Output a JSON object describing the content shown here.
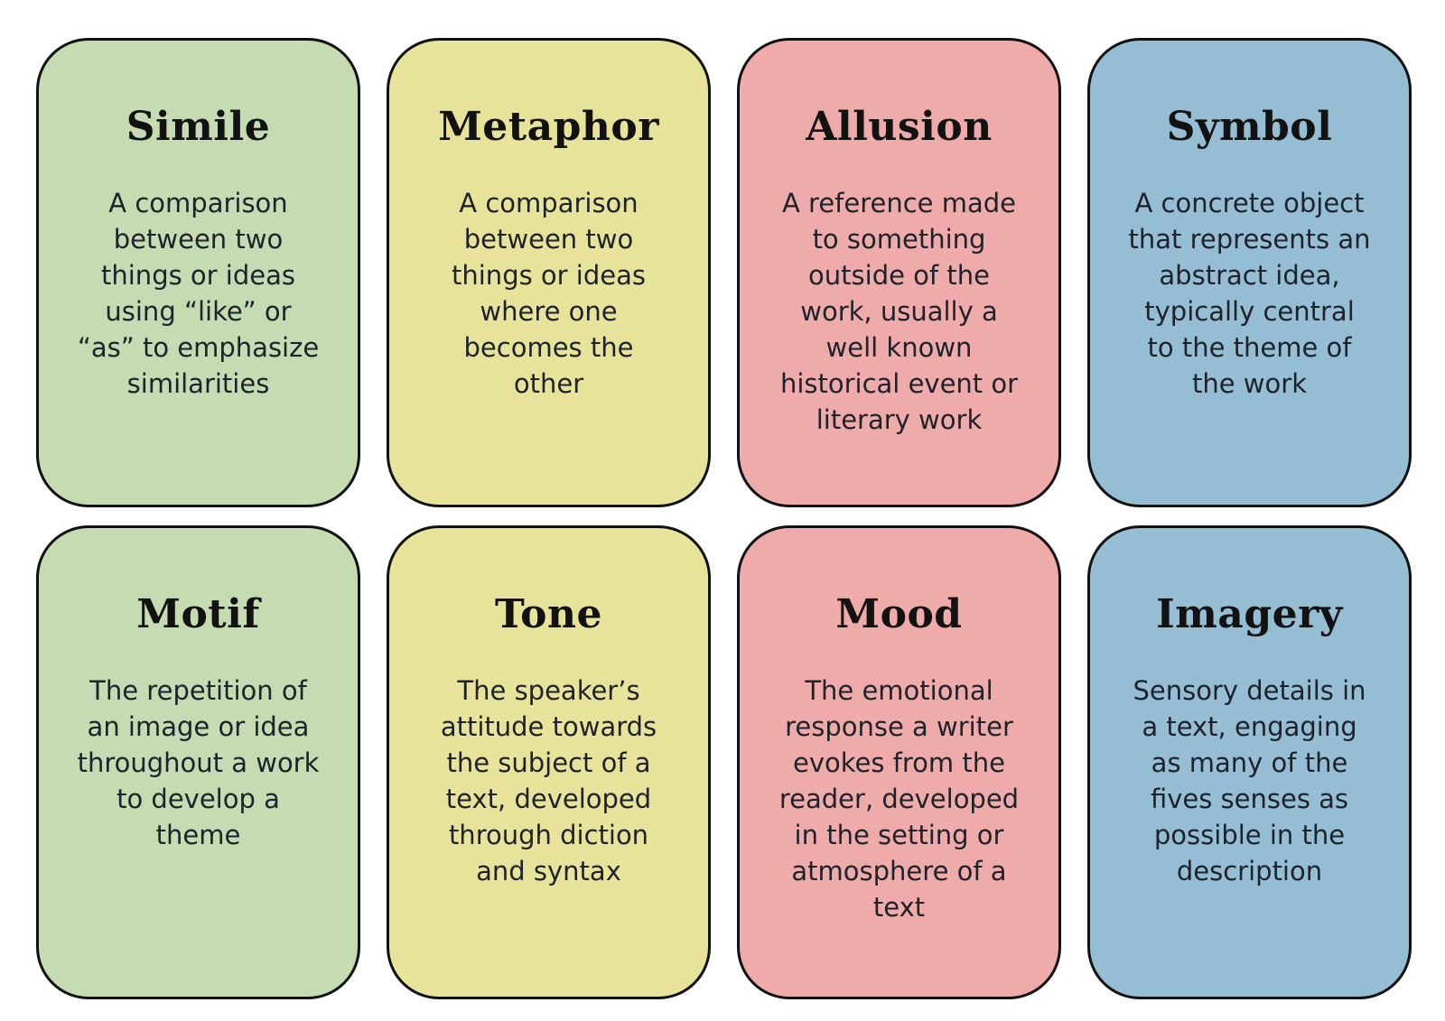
{
  "page": {
    "background_color": "#ffffff",
    "border_color": "#111111",
    "title_text_color": "#121212",
    "body_text_color": "#1d222b"
  },
  "cards": [
    {
      "title": "Simile",
      "definition_lines": [
        "A comparison",
        "between two",
        "things or ideas",
        "using “like” or",
        "“as” to emphasize",
        "similarities"
      ],
      "color": "#c5dbb1"
    },
    {
      "title": "Metaphor",
      "definition_lines": [
        "A comparison",
        "between two",
        "things or ideas",
        "where one",
        "becomes the",
        "other"
      ],
      "color": "#e8e39a"
    },
    {
      "title": "Allusion",
      "definition_lines": [
        "A reference made",
        "to something",
        "outside of the",
        "work, usually a",
        "well known",
        "historical event or",
        "literary work"
      ],
      "color": "#efaba9"
    },
    {
      "title": "Symbol",
      "definition_lines": [
        "A concrete object",
        "that represents an",
        "abstract idea,",
        "typically central",
        "to the theme of",
        "the work"
      ],
      "color": "#95bdd3"
    },
    {
      "title": "Motif",
      "definition_lines": [
        "The repetition of",
        "an image or idea",
        "throughout a work",
        "to develop a",
        "theme"
      ],
      "color": "#c5dbb1"
    },
    {
      "title": "Tone",
      "definition_lines": [
        "The speaker’s",
        "attitude towards",
        "the subject of a",
        "text, developed",
        "through diction",
        "and syntax"
      ],
      "color": "#e8e39a"
    },
    {
      "title": "Mood",
      "definition_lines": [
        "The emotional",
        "response a writer",
        "evokes from the",
        "reader, developed",
        "in the setting or",
        "atmosphere of a",
        "text"
      ],
      "color": "#efaba9"
    },
    {
      "title": "Imagery",
      "definition_lines": [
        "Sensory details in",
        "a text, engaging",
        "as many of the",
        "fives senses as",
        "possible in the",
        "description"
      ],
      "color": "#95bdd3"
    }
  ]
}
